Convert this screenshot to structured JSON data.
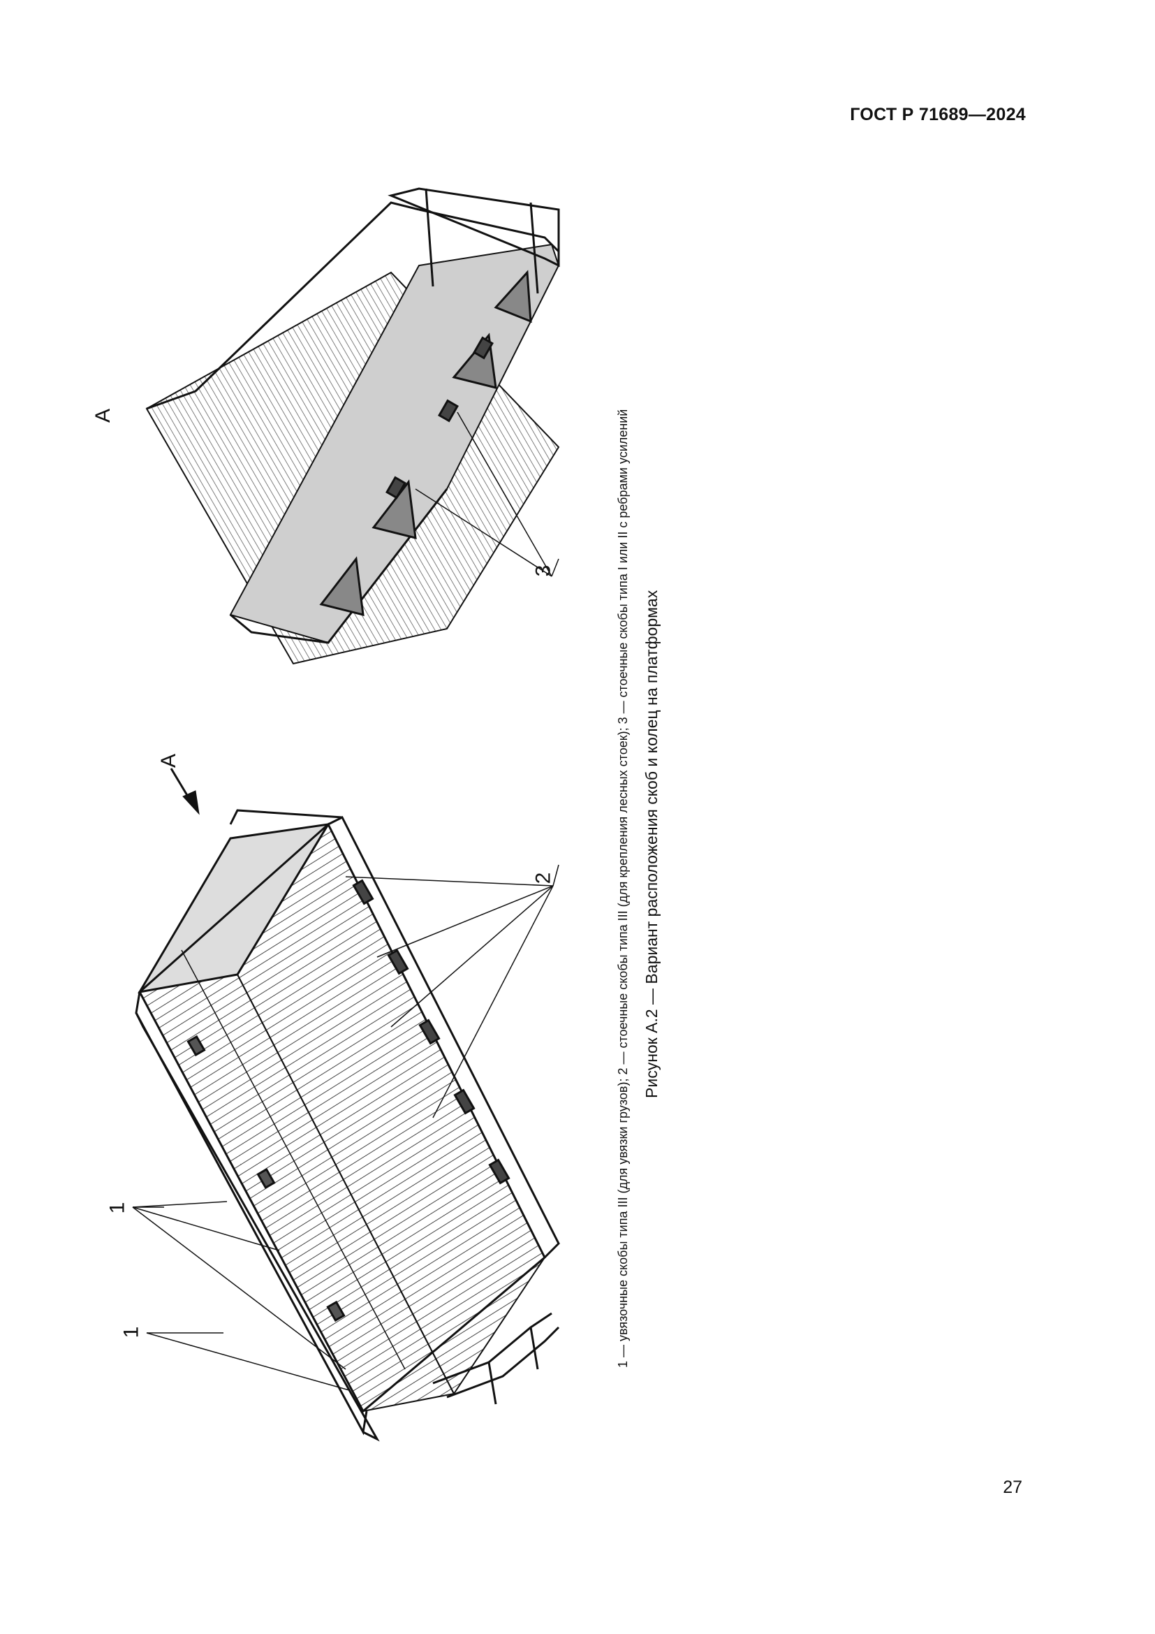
{
  "header": {
    "doc_id": "ГОСТ Р 71689—2024"
  },
  "figure": {
    "caption": "Рисунок А.2 — Вариант расположения скоб и колец на платформах",
    "legend": "1 — увязочные скобы типа III (для увязки грузов); 2 — стоечные скобы типа III (для крепления лесных стоек); 3 — стоечные скобы типа I или II с ребрами усилений",
    "view_label": "А",
    "callouts": {
      "one": "1",
      "two": "2",
      "three": "3"
    }
  },
  "footer": {
    "page_number": "27"
  }
}
